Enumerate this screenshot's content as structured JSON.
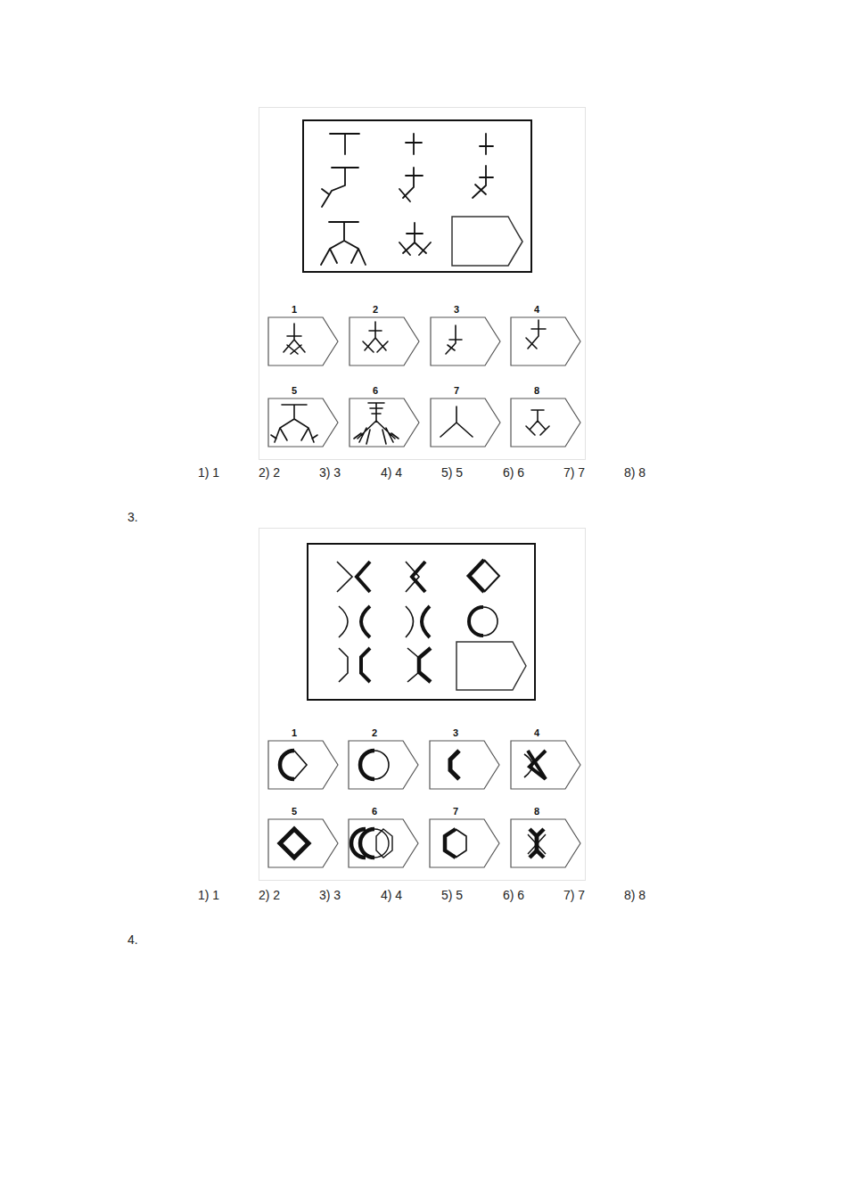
{
  "diagram": {
    "nodes": [
      {
        "text": [
          "1"
        ]
      },
      {
        "text": [
          "2"
        ]
      },
      {
        "text": [
          "3"
        ]
      },
      {
        "text": [
          "4"
        ]
      },
      {
        "text": [
          "5"
        ]
      },
      {
        "text": [
          "6"
        ]
      },
      {
        "text": [
          "7"
        ]
      },
      {
        "text": [
          "8"
        ]
      },
      {
        "text": [
          "1"
        ]
      },
      {
        "text": [
          "2"
        ]
      },
      {
        "text": [
          "3"
        ]
      },
      {
        "text": [
          "4"
        ]
      },
      {
        "text": [
          "5"
        ]
      },
      {
        "text": [
          "6"
        ]
      },
      {
        "text": [
          "7"
        ]
      },
      {
        "text": [
          "8"
        ]
      }
    ],
    "labels": [
      "1) 1",
      "2) 2",
      "3) 3",
      "4) 4",
      "5) 5",
      "6) 6",
      "7) 7",
      "8) 8",
      "3.",
      "1) 1",
      "2) 2",
      "3) 3",
      "4) 4",
      "5) 5",
      "6) 6",
      "7) 7",
      "8) 8",
      "4."
    ]
  }
}
